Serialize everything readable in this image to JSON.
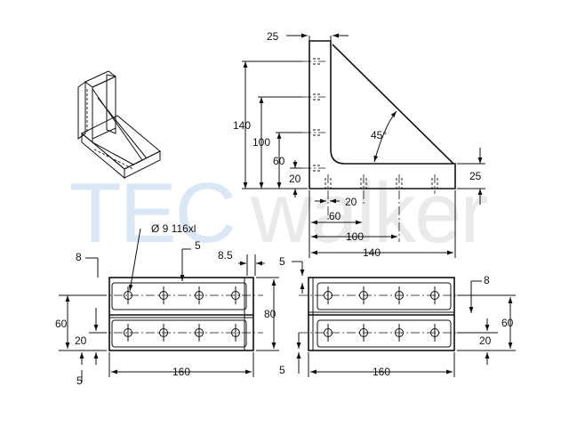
{
  "watermark": {
    "tec": "TEC",
    "walker": "walker",
    "tec_color": "#dbe7f5",
    "walker_color": "#eaeaea"
  },
  "side_view": {
    "dims": {
      "top_25": "25",
      "h_140": "140",
      "h_100": "100",
      "h_60": "60",
      "h_20": "20",
      "angle": "45°",
      "right_25": "25",
      "b_20": "20",
      "b_60": "60",
      "b_100": "100",
      "b_140": "140"
    }
  },
  "front_left": {
    "dims": {
      "hole": "Ø 9 116xl",
      "d5_top": "5",
      "d8": "8",
      "d8_5": "8.5",
      "d60": "60",
      "d20": "20",
      "d80": "80",
      "d160": "160",
      "d5_bot": "5"
    }
  },
  "front_right": {
    "dims": {
      "d5_top": "5",
      "d8": "8",
      "d60": "60",
      "d20": "20",
      "d5_bot": "5",
      "d160": "160"
    }
  }
}
